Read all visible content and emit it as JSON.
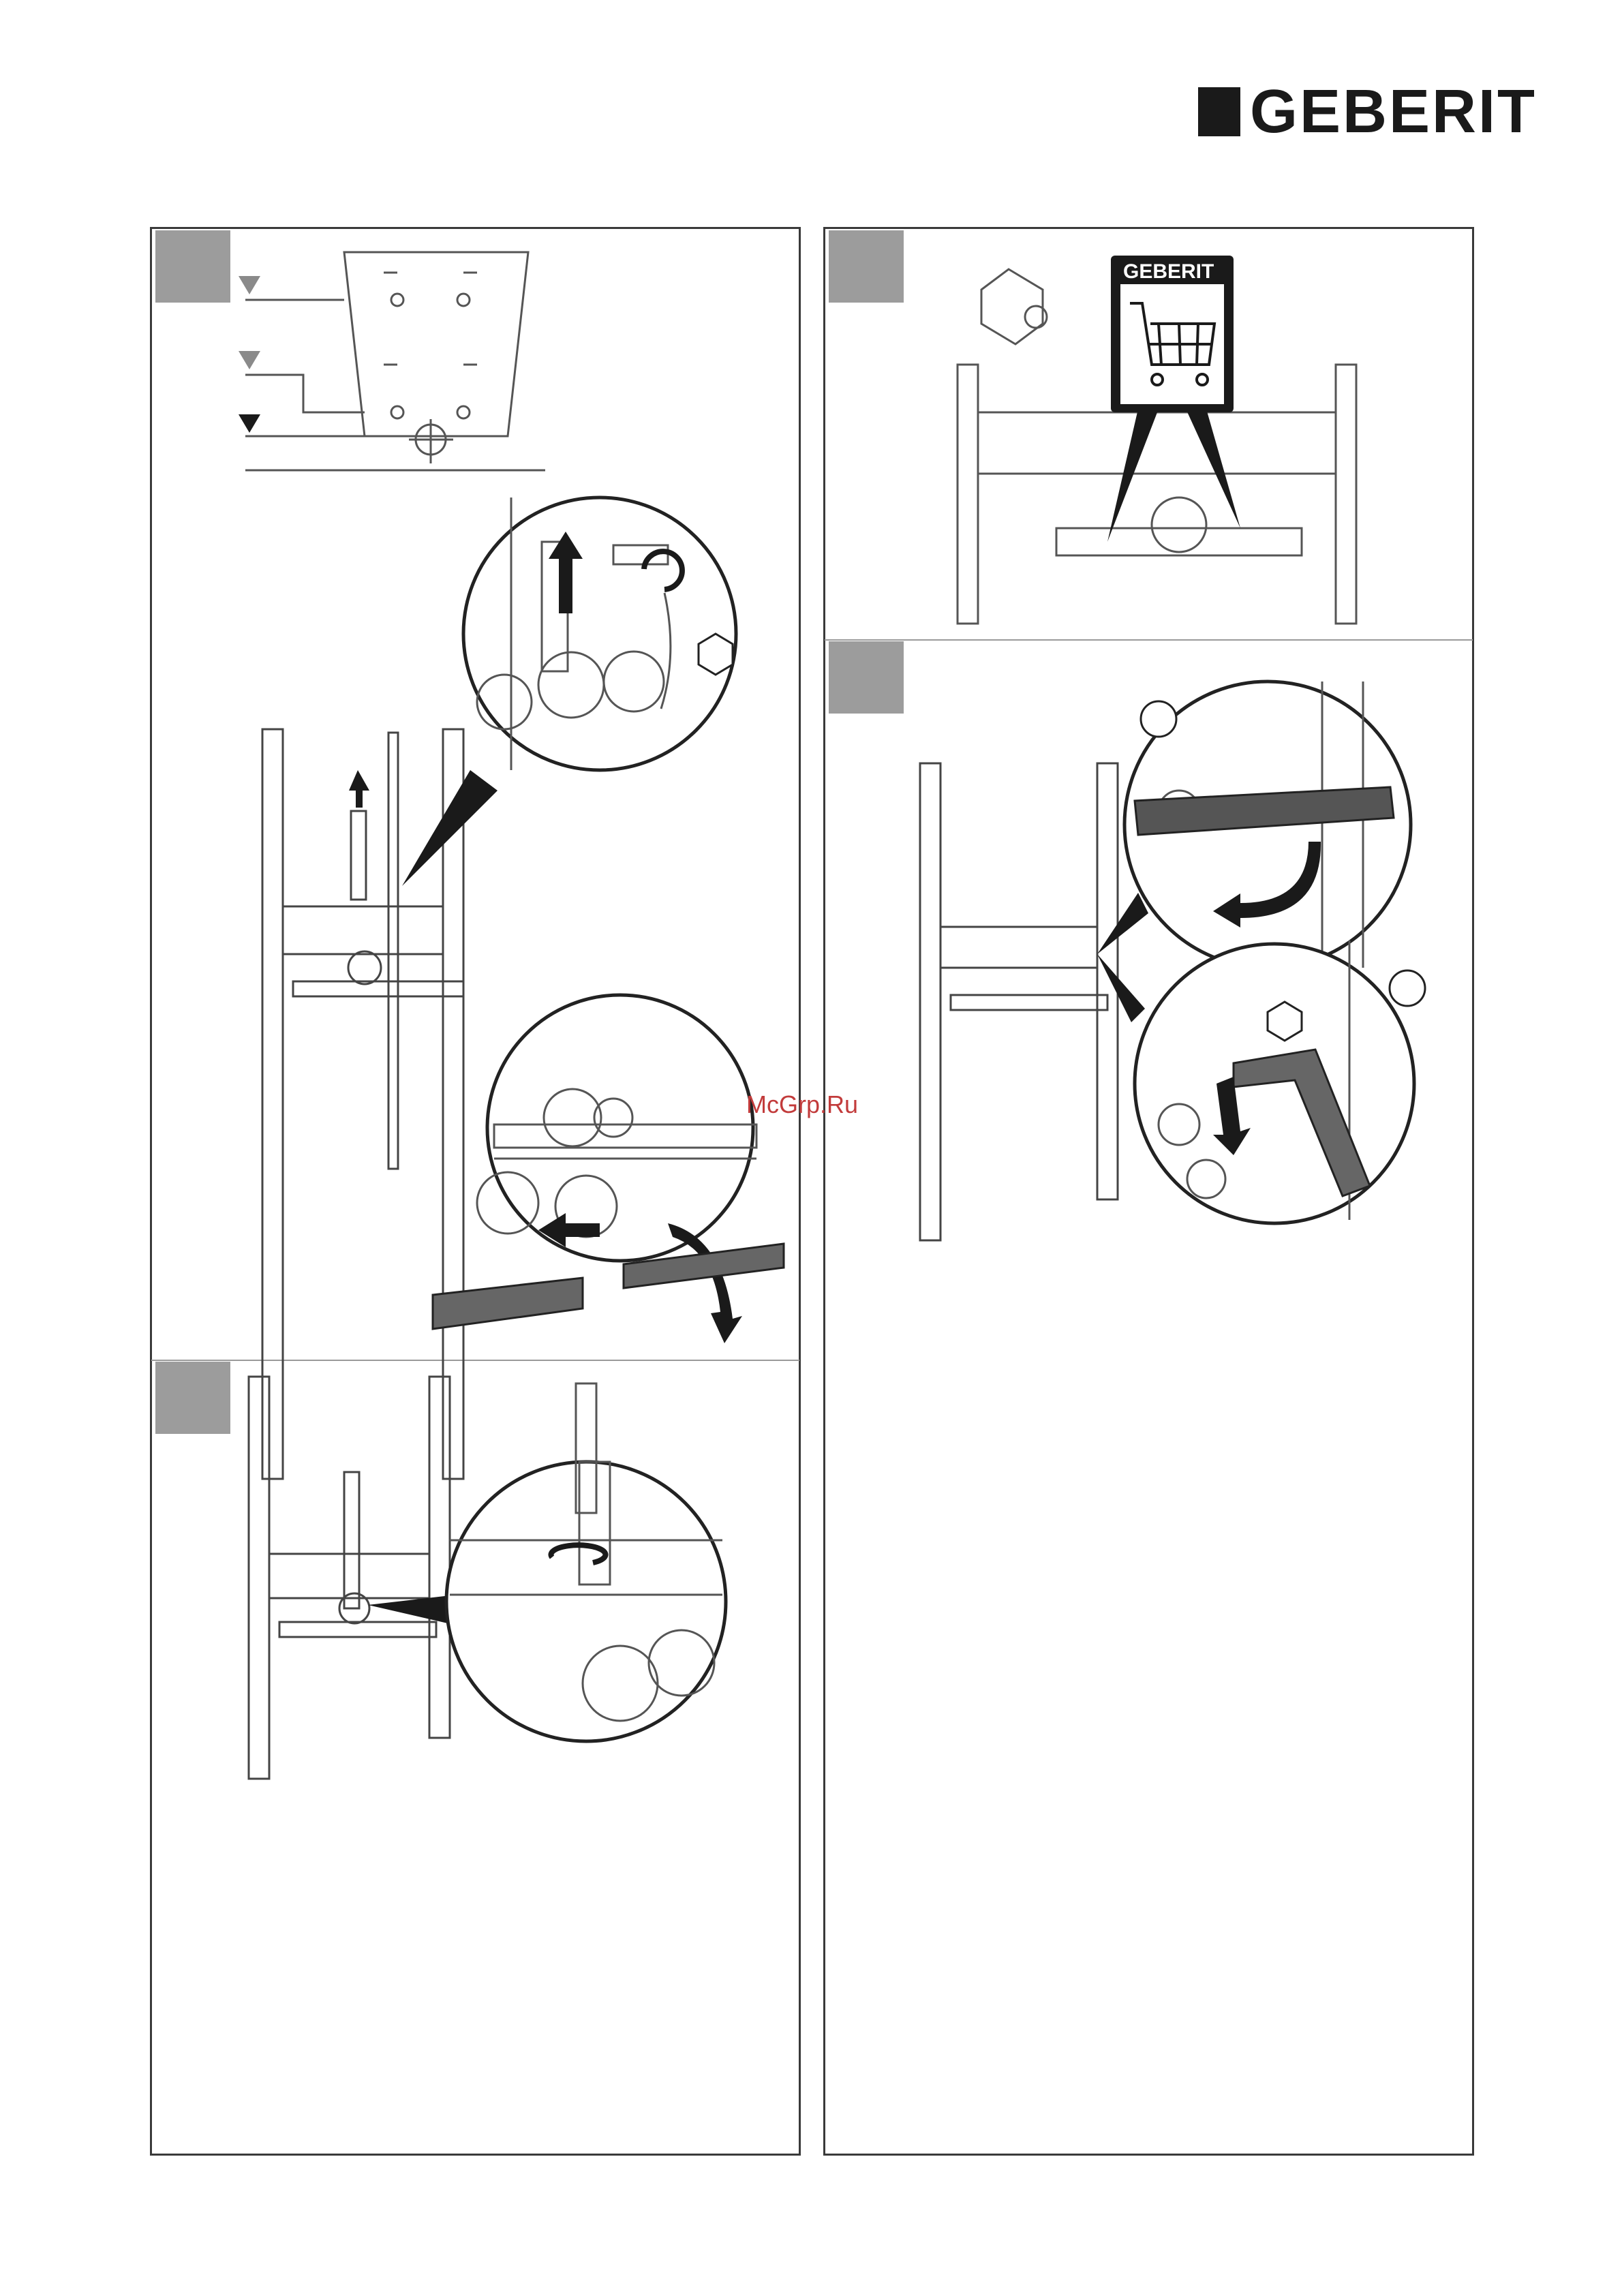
{
  "header": {
    "brand_logo": "GEBERIT"
  },
  "steps": {
    "cart_badge": {
      "brand": "GEBERIT",
      "icon": "shopping-cart-icon"
    }
  },
  "watermark": "McGrp.Ru",
  "colors": {
    "ink": "#1a1a1a",
    "step_box": "#9c9c9c",
    "frame": "#3a3a3a",
    "watermark": "#c23b3b"
  }
}
